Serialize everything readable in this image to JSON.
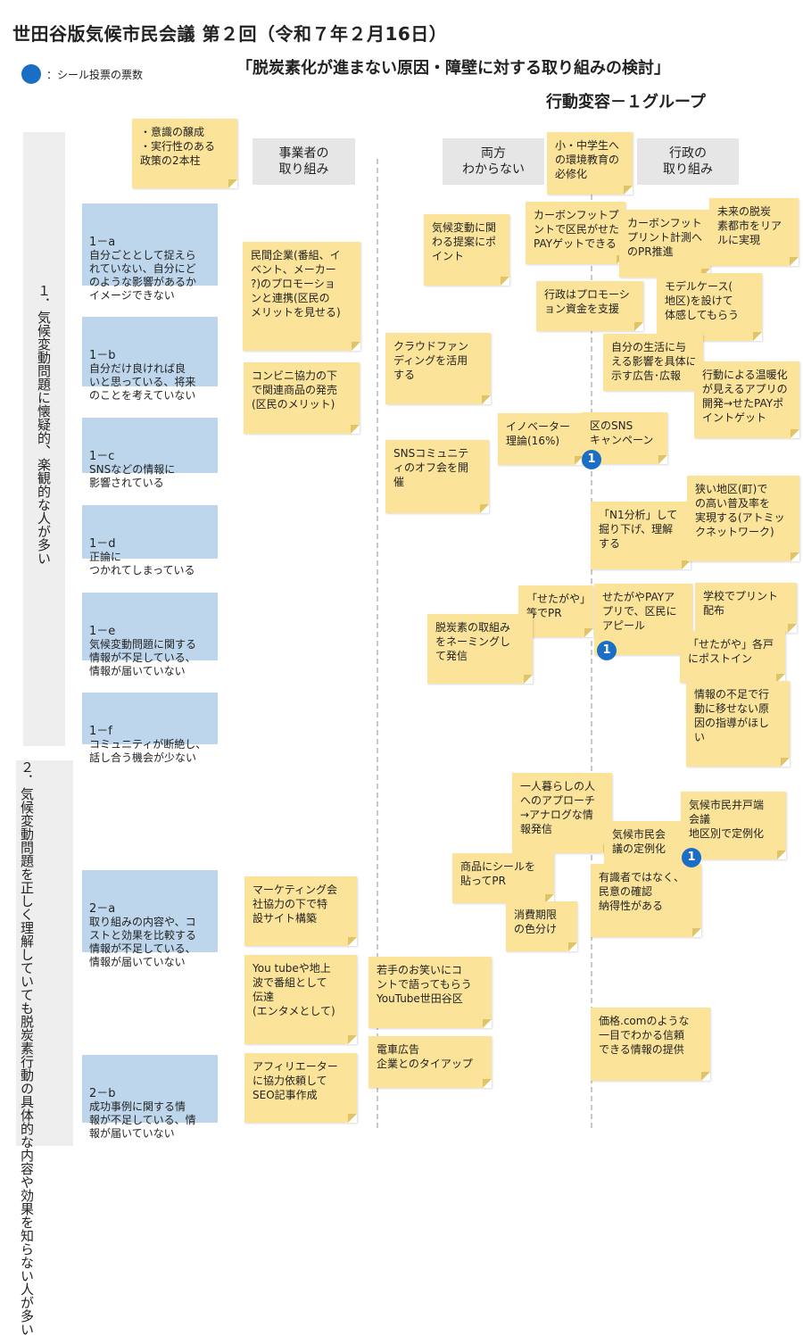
{
  "header": {
    "title": "世田谷版気候市民会議 第２回（令和７年２月16日）",
    "legend_label": "：シール投票の票数",
    "subtitle_line1": "「脱炭素化が進まない原因・障壁に対する取り組みの検討」",
    "subtitle_line2": "行動変容－１グループ"
  },
  "columns": {
    "business": "事業者の\n取り組み",
    "both": "両方\nわからない",
    "government": "行政の\n取り組み"
  },
  "sections": {
    "s1": "１．気候変動問題に懐疑的、楽観的な人が多い",
    "s2": "２．気候変動問題を正しく理解していても脱炭素行動の具体的な内容や効果を知らない人が多い"
  },
  "causes": {
    "c1a": {
      "id": "1－a",
      "text": "自分ごととして捉えら\nれていない、自分にど\nのような影響があるか\nイメージできない"
    },
    "c1b": {
      "id": "1－b",
      "text": "自分だけ良ければ良\nいと思っている、将来\nのことを考えていない"
    },
    "c1c": {
      "id": "1－c",
      "text": "SNSなどの情報に\n影響されている"
    },
    "c1d": {
      "id": "1－d",
      "text": "正論に\nつかれてしまっている"
    },
    "c1e": {
      "id": "1－e",
      "text": "気候変動問題に関する\n情報が不足している、\n情報が届いていない"
    },
    "c1f": {
      "id": "1－f",
      "text": "コミュニティが断絶し、\n話し合う機会が少ない"
    },
    "c2a": {
      "id": "2－a",
      "text": "取り組みの内容や、コ\nストと効果を比較する\n情報が不足している、\n情報が届いていない"
    },
    "c2b": {
      "id": "2－b",
      "text": "成功事例に関する情\n報が不足している、情\n報が届いていない"
    }
  },
  "notes": {
    "n_pillars": "・意識の醸成\n・実行性のある\n政策の2本柱",
    "n_edu": "小・中学生へ\nの環境教育の\n必修化",
    "n_biz1": "民間企業(番組、イ\nベント、メーカー\n?)のプロモーショ\nンと連携(区民の\nメリットを見せる)",
    "n_biz2": "コンビニ協力の下\nで関連商品の発売\n(区民のメリット)",
    "n_both1": "気候変動に関\nわる提案にポ\nイント",
    "n_both2": "クラウドファン\nディングを活用\nする",
    "n_both3": "SNSコミュニテ\nィのオフ会を開\n催",
    "n_innov": "イノベーター\n理論(16%)",
    "n_setagaya_pr": "「せたがや」\n等でPR",
    "n_naming": "脱炭素の取組み\nをネーミングし\nて発信",
    "n_gov_cf1": "カーボンフットプリ\nントで区民がせた\nPAYゲットできる",
    "n_gov_cf2": "カーボンフット\nプリント計測へ\nのPR推進",
    "n_gov_future": "未来の脱炭\n素都市をリア\nルに実現",
    "n_gov_promo": "行政はプロモーシ\nョン資金を支援",
    "n_gov_model": "モデルケース(\n地区)を設けて\n体感してもらう",
    "n_gov_ad": "自分の生活に与\nえる影響を具体に\n示す広告･広報",
    "n_gov_app": "行動による温暖化\nが見えるアプリの\n開発→せたPAYポ\nイントゲット",
    "n_gov_sns": "区のSNS\nキャンペーン",
    "n_gov_n1": "「N1分析」して\n掘り下げ、理解\nする",
    "n_gov_narrow": "狭い地区(町)で\nの高い普及率を\n実現する(アトミッ\nクネットワーク)",
    "n_gov_pay": "せたがやPAYア\nプリで、区民に\nアピール",
    "n_gov_school": "学校でプリント\n配布",
    "n_gov_post": "「せたがや」各戸\nにポストイン",
    "n_gov_guide": "情報の不足で行\n動に移せない原\n因の指導がほし\nい",
    "n_single": "一人暮らしの人\nへのアプローチ\n→アナログな情\n報発信",
    "n_council": "気候市民会\n議の定例化",
    "n_idobata": "気候市民井戸端\n会議\n地区別で定例化",
    "n_sticker": "商品にシールを\n貼ってPR",
    "n_expiry": "消費期限\nの色分け",
    "n_citizen": "有識者ではなく、\n民意の確認\n納得性がある",
    "n_marketing": "マーケティング会\n社協力の下で特\n設サイト構築",
    "n_youtube": "You tubeや地上\n波で番組として\n伝達\n(エンタメとして)",
    "n_comedian": "若手のお笑いにコ\nントで語ってもらう\nYouTube世田谷区",
    "n_train": "電車広告\n企業とのタイアップ",
    "n_affiliate": "アフィリエーター\nに協力依頼して\nSEO記事作成",
    "n_kakaku": "価格.comのような\n一目でわかる信頼\nできる情報の提供"
  },
  "votes": {
    "v_sns": "1",
    "v_pay": "1",
    "v_idobata": "1"
  },
  "colors": {
    "sticky": "#fbe49a",
    "cause_box": "#bdd6ec",
    "vote_dot": "#1a6fc4",
    "section_band": "#eeeeee"
  }
}
